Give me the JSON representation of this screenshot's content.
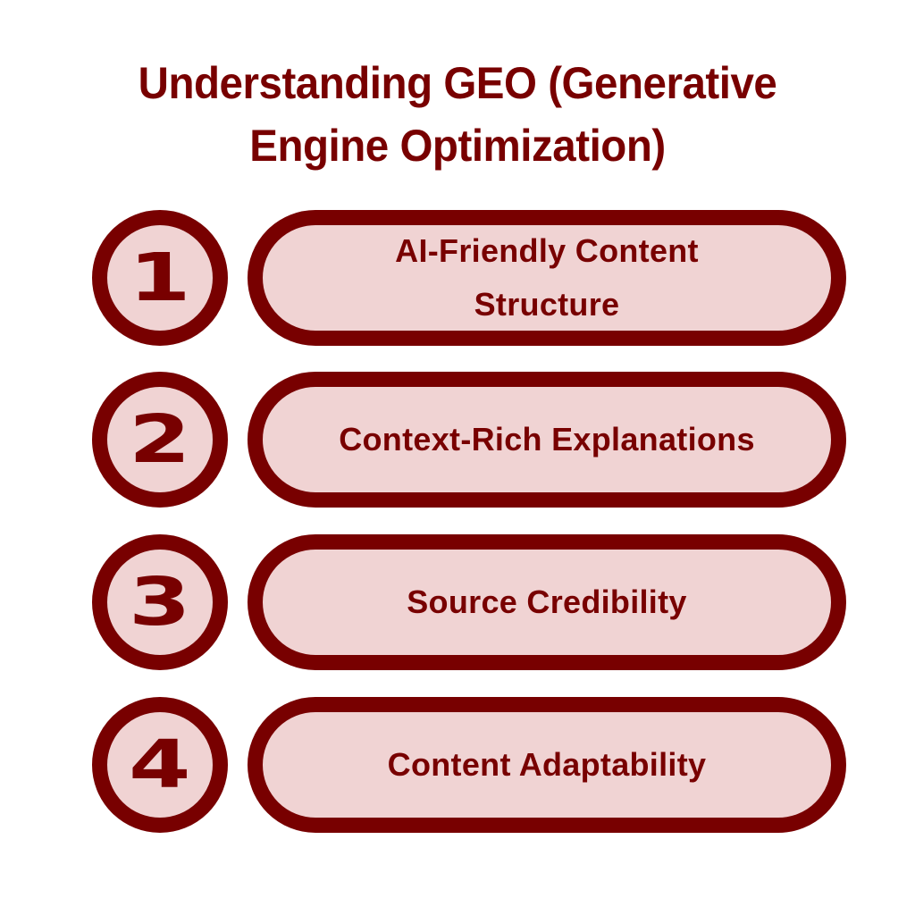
{
  "title": {
    "line1": "Understanding GEO (Generative",
    "line2": "Engine Optimization)"
  },
  "colors": {
    "primary": "#780000",
    "fill": "#f0d3d3",
    "background": "#ffffff"
  },
  "items": [
    {
      "number": "1",
      "label": "AI-Friendly Content Structure"
    },
    {
      "number": "2",
      "label": "Context-Rich Explanations"
    },
    {
      "number": "3",
      "label": "Source Credibility"
    },
    {
      "number": "4",
      "label": "Content Adaptability"
    }
  ]
}
